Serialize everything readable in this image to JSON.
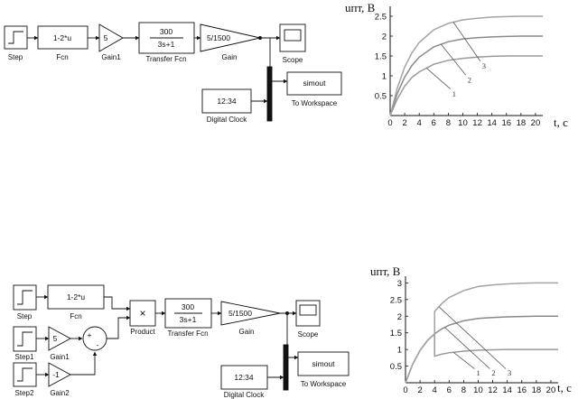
{
  "diagram1": {
    "step": "Step",
    "fcn_expr": "1-2*u",
    "fcn": "Fcn",
    "gain1_value": "5",
    "gain1": "Gain1",
    "tf_num": "300",
    "tf_den": "3s+1",
    "tf": "Transfer Fcn",
    "gain_value": "5/1500",
    "gain": "Gain",
    "scope": "Scope",
    "simout": "simout",
    "to_workspace": "To Workspace",
    "clock_value": "12:34",
    "clock": "Digital Clock"
  },
  "diagram2": {
    "step": "Step",
    "step1": "Step1",
    "step2": "Step2",
    "fcn_expr": "1-2*u",
    "fcn": "Fcn",
    "gain1_value": "5",
    "gain1": "Gain1",
    "gain2_value": "-1",
    "gain2": "Gain2",
    "sum_signs": [
      "+",
      "-"
    ],
    "product_symbol": "×",
    "product": "Product",
    "tf_num": "300",
    "tf_den": "3s+1",
    "tf": "Transfer Fcn",
    "gain_value": "5/1500",
    "gain": "Gain",
    "scope": "Scope",
    "simout": "simout",
    "to_workspace": "To Workspace",
    "clock_value": "12:34",
    "clock": "Digital Clock"
  },
  "chart_data": [
    {
      "type": "line",
      "ylabel": "uпт, В",
      "xlabel": "t, c",
      "xlim": [
        0,
        21
      ],
      "ylim": [
        0,
        2.75
      ],
      "xticks": [
        0,
        2,
        4,
        6,
        8,
        10,
        12,
        14,
        16,
        18,
        20
      ],
      "yticks": [
        0.5,
        1,
        1.5,
        2,
        2.5
      ],
      "grid": false,
      "curve_labels": [
        "1",
        "2",
        "3"
      ],
      "series": [
        {
          "x": [
            0,
            1,
            2,
            3,
            4,
            6,
            8,
            10,
            12,
            14,
            16,
            18,
            20,
            21
          ],
          "y": [
            0,
            0.42,
            0.74,
            0.96,
            1.1,
            1.29,
            1.39,
            1.44,
            1.47,
            1.49,
            1.5,
            1.5,
            1.5,
            1.5
          ]
        },
        {
          "x": [
            0,
            1,
            2,
            3,
            4,
            6,
            8,
            10,
            12,
            14,
            16,
            18,
            20,
            21
          ],
          "y": [
            0,
            0.56,
            0.97,
            1.26,
            1.47,
            1.73,
            1.86,
            1.93,
            1.96,
            1.98,
            1.99,
            2,
            2,
            2
          ]
        },
        {
          "x": [
            0,
            1,
            2,
            3,
            4,
            6,
            8,
            10,
            12,
            14,
            16,
            18,
            20,
            21
          ],
          "y": [
            0,
            0.7,
            1.22,
            1.58,
            1.84,
            2.16,
            2.32,
            2.41,
            2.45,
            2.48,
            2.49,
            2.5,
            2.5,
            2.5
          ]
        }
      ]
    },
    {
      "type": "line",
      "ylabel": "uпт, В",
      "xlabel": "t, c",
      "xlim": [
        0,
        21
      ],
      "ylim": [
        0,
        3.2
      ],
      "xticks": [
        0,
        2,
        4,
        6,
        8,
        10,
        12,
        14,
        16,
        18,
        20
      ],
      "yticks": [
        0.5,
        1,
        1.5,
        2,
        2.5,
        3
      ],
      "grid": false,
      "curve_labels": [
        "1",
        "2",
        "3"
      ],
      "series": [
        {
          "x": [
            0,
            1,
            2,
            3,
            4,
            4,
            5,
            6,
            8,
            10,
            12,
            14,
            16,
            18,
            20,
            21
          ],
          "y": [
            0,
            0.56,
            0.97,
            1.26,
            1.47,
            0.8,
            0.86,
            0.9,
            0.95,
            0.98,
            0.99,
            1,
            1,
            1,
            1,
            1
          ]
        },
        {
          "x": [
            0,
            1,
            2,
            3,
            4,
            4,
            5,
            6,
            8,
            10,
            12,
            14,
            16,
            18,
            20,
            21
          ],
          "y": [
            0,
            0.56,
            0.97,
            1.26,
            1.47,
            1.47,
            1.62,
            1.73,
            1.86,
            1.93,
            1.96,
            1.98,
            1.99,
            2,
            2,
            2
          ]
        },
        {
          "x": [
            0,
            1,
            2,
            3,
            4,
            4,
            5,
            6,
            8,
            10,
            12,
            14,
            16,
            18,
            20,
            21
          ],
          "y": [
            0,
            0.56,
            0.97,
            1.26,
            1.47,
            2.14,
            2.38,
            2.56,
            2.77,
            2.89,
            2.94,
            2.97,
            2.99,
            3,
            3,
            3
          ]
        }
      ]
    }
  ]
}
